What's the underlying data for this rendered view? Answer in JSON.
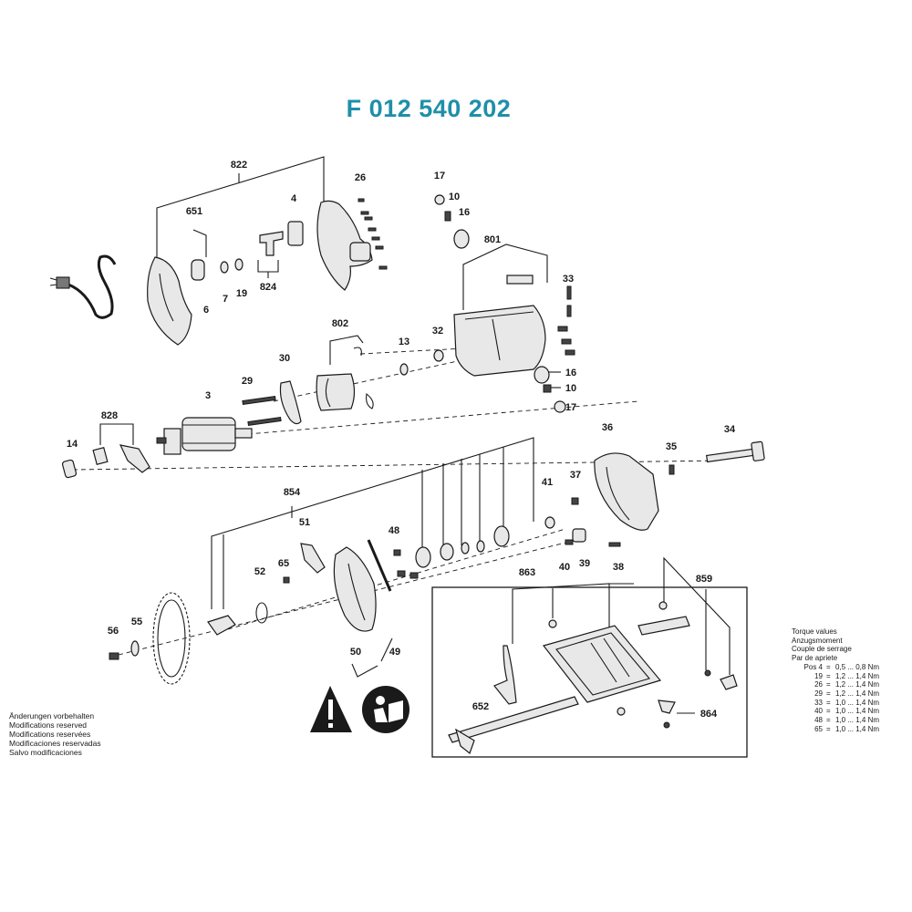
{
  "title": "F 012 540 202",
  "title_color": "#1f8fa8",
  "notes": [
    "Änderungen vorbehalten",
    "Modifications reserved",
    "Modifications reservées",
    "Modificaciones reservadas",
    "Salvo modificaciones"
  ],
  "torque": {
    "headers": [
      "Torque values",
      "Anzugsmoment",
      "Couple de serrage",
      "Par de apriete"
    ],
    "rows": [
      {
        "label": "Pos 4",
        "value": "0,5 ... 0,8 Nm"
      },
      {
        "label": "19",
        "value": "1,2 ... 1,4 Nm"
      },
      {
        "label": "26",
        "value": "1,2 ... 1,4 Nm"
      },
      {
        "label": "29",
        "value": "1,2 ... 1,4 Nm"
      },
      {
        "label": "33",
        "value": "1,0 ... 1,4 Nm"
      },
      {
        "label": "40",
        "value": "1,0 ... 1,4 Nm"
      },
      {
        "label": "48",
        "value": "1,0 ... 1,4 Nm"
      },
      {
        "label": "65",
        "value": "1,0 ... 1,4 Nm"
      }
    ]
  },
  "parts": {
    "p822": "822",
    "p26": "26",
    "p17a": "17",
    "p10a": "10",
    "p16a": "16",
    "p4": "4",
    "p651": "651",
    "p801": "801",
    "p6": "6",
    "p7": "7",
    "p19": "19",
    "p824": "824",
    "p33": "33",
    "p802": "802",
    "p13": "13",
    "p32": "32",
    "p30": "30",
    "p16b": "16",
    "p10b": "10",
    "p17b": "17",
    "p29": "29",
    "p3": "3",
    "p828": "828",
    "p14": "14",
    "p36": "36",
    "p34": "34",
    "p35": "35",
    "p854": "854",
    "p41": "41",
    "p37": "37",
    "p51": "51",
    "p48": "48",
    "p65": "65",
    "p52": "52",
    "p40": "40",
    "p39": "39",
    "p38": "38",
    "p863": "863",
    "p859": "859",
    "p56": "56",
    "p55": "55",
    "p50": "50",
    "p49": "49",
    "p652": "652",
    "p864": "864"
  },
  "icons": [
    "warning-triangle-icon",
    "read-manual-icon"
  ]
}
